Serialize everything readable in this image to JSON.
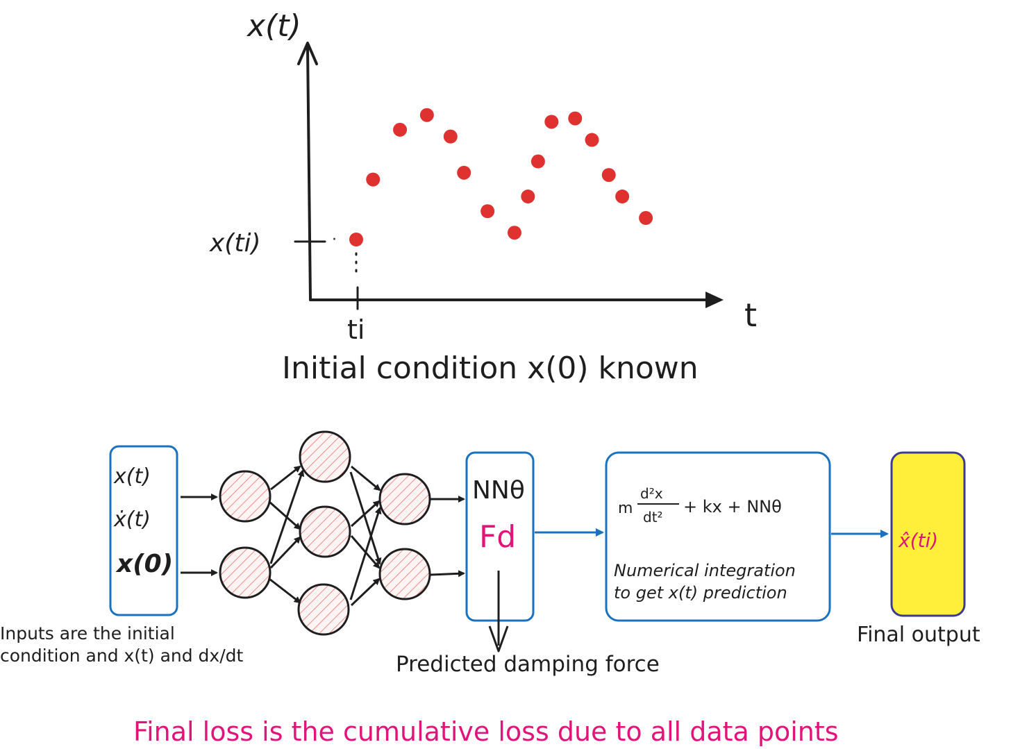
{
  "plot": {
    "y_axis_label": "x(t)",
    "x_axis_label": "t",
    "y_tick_label": "x(ti)",
    "x_tick_label": "ti",
    "caption": "Initial condition x(0) known",
    "point_color": "#e03131",
    "points": [
      {
        "t": 0.0,
        "x": 0.0
      },
      {
        "t": 0.05,
        "x": 0.53
      },
      {
        "t": 0.13,
        "x": 0.97
      },
      {
        "t": 0.21,
        "x": 1.1
      },
      {
        "t": 0.28,
        "x": 0.91
      },
      {
        "t": 0.32,
        "x": 0.59
      },
      {
        "t": 0.39,
        "x": 0.25
      },
      {
        "t": 0.47,
        "x": 0.06
      },
      {
        "t": 0.51,
        "x": 0.38
      },
      {
        "t": 0.54,
        "x": 0.69
      },
      {
        "t": 0.58,
        "x": 1.04
      },
      {
        "t": 0.65,
        "x": 1.07
      },
      {
        "t": 0.7,
        "x": 0.88
      },
      {
        "t": 0.75,
        "x": 0.57
      },
      {
        "t": 0.79,
        "x": 0.38
      },
      {
        "t": 0.86,
        "x": 0.19
      }
    ]
  },
  "inputs_box": {
    "items": [
      "x(t)",
      "ẋ(t)",
      "x(0)"
    ],
    "caption_line1": "Inputs are the initial",
    "caption_line2": "condition and x(t) and dx/dt"
  },
  "nn_box": {
    "label": "NNθ",
    "fd_label": "Fd",
    "fd_color": "#e0157a",
    "caption": "Predicted damping force"
  },
  "ode_box": {
    "eq_m": "m",
    "eq_num": "d²x",
    "eq_den": "dt²",
    "eq_rest": "+ kx + NNθ",
    "line1": "Numerical integration",
    "line2": "to get x(t) prediction"
  },
  "output_box": {
    "label": "x̂(ti)",
    "label_color": "#e0157a",
    "fill_color": "#ffef3a",
    "caption": "Final output"
  },
  "footer": {
    "text": "Final loss is the cumulative loss due to all data points",
    "color": "#e0157a"
  },
  "colors": {
    "box_stroke": "#1971c2",
    "output_stroke": "#3b3b8f",
    "node_fill": "#ffd8d8",
    "ink": "#1e1e1e"
  }
}
